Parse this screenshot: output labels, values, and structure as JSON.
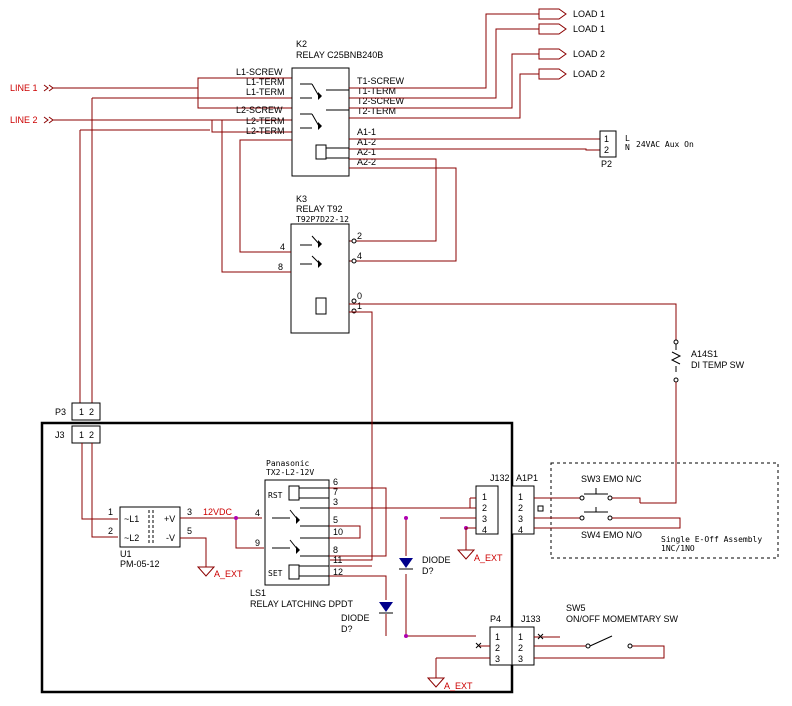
{
  "labels": {
    "line1": "LINE 1",
    "line2": "LINE 2",
    "load1a": "LOAD 1",
    "load1b": "LOAD 1",
    "load2a": "LOAD 2",
    "load2b": "LOAD 2",
    "k2_ref": "K2",
    "k2_part": "RELAY C25BNB240B",
    "k2_l1_screw": "L1-SCREW",
    "k2_l1_term_a": "L1-TERM",
    "k2_l1_term_b": "L1-TERM",
    "k2_l2_screw": "L2-SCREW",
    "k2_l2_term_a": "L2-TERM",
    "k2_l2_term_b": "L2-TERM",
    "k2_t1_screw": "T1-SCREW",
    "k2_t1_term": "T1-TERM",
    "k2_t2_screw": "T2-SCREW",
    "k2_t2_term": "T2-TERM",
    "k2_a1_1": "A1-1",
    "k2_a1_2": "A1-2",
    "k2_a2_1": "A2-1",
    "k2_a2_2": "A2-2",
    "p2_ref": "P2",
    "p2_pin1": "1",
    "p2_pin2": "2",
    "p2_l": "L",
    "p2_n": "N",
    "p2_desc": "24VAC Aux On",
    "k3_ref": "K3",
    "k3_part1": "RELAY T92",
    "k3_part2": "T92P7D22-12",
    "k3_p4": "4",
    "k3_p8": "8",
    "k3_p2": "2",
    "k3_p4r": "4",
    "k3_p0": "0",
    "k3_p1": "1",
    "a14_ref": "A14S1",
    "a14_desc": "DI TEMP SW",
    "p3_ref": "P3",
    "p3_p1": "1",
    "p3_p2": "2",
    "j3_ref": "J3",
    "j3_p1": "1",
    "j3_p2": "2",
    "u1_l1": "~L1",
    "u1_l2": "~L2",
    "u1_vp": "+V",
    "u1_vn": "-V",
    "u1_ref": "U1",
    "u1_part": "PM-05-12",
    "u1_pin1": "1",
    "u1_pin2": "2",
    "u1_pin3": "3",
    "u1_pin5": "5",
    "net_12vdc": "12VDC",
    "gnd1": "A_EXT",
    "gnd2": "A_EXT",
    "gnd3": "A_EXT",
    "ls1_mfr": "Panasonic",
    "ls1_part": "TX2-L2-12V",
    "ls1_rst": "RST",
    "ls1_set": "SET",
    "ls1_ref": "LS1",
    "ls1_desc": "RELAY LATCHING DPDT",
    "ls1_p4": "4",
    "ls1_p9": "9",
    "ls1_p6": "6",
    "ls1_p7": "7",
    "ls1_p3": "3",
    "ls1_p5": "5",
    "ls1_p10": "10",
    "ls1_p8": "8",
    "ls1_p11": "11",
    "ls1_p12": "12",
    "diode1": "DIODE",
    "diode1b": "D?",
    "diode2": "DIODE",
    "diode2b": "D?",
    "j132_ref": "J132",
    "a1p1_ref": "A1P1",
    "j132_p1": "1",
    "j132_p2": "2",
    "j132_p3": "3",
    "j132_p4": "4",
    "a1p1_p1": "1",
    "a1p1_p2": "2",
    "a1p1_p3": "3",
    "a1p1_p4": "4",
    "sw3": "SW3  EMO N/C",
    "sw4": "SW4  EMO N/O",
    "eoff1": "Single E-Off Assembly",
    "eoff2": "1NC/1NO",
    "p4_ref": "P4",
    "j133_ref": "J133",
    "p4_p1": "1",
    "p4_p2": "2",
    "p4_p3": "3",
    "j133_p1": "1",
    "j133_p2": "2",
    "j133_p3": "3",
    "sw5_ref": "SW5",
    "sw5_desc": "ON/OFF MOMEMTARY SW"
  }
}
